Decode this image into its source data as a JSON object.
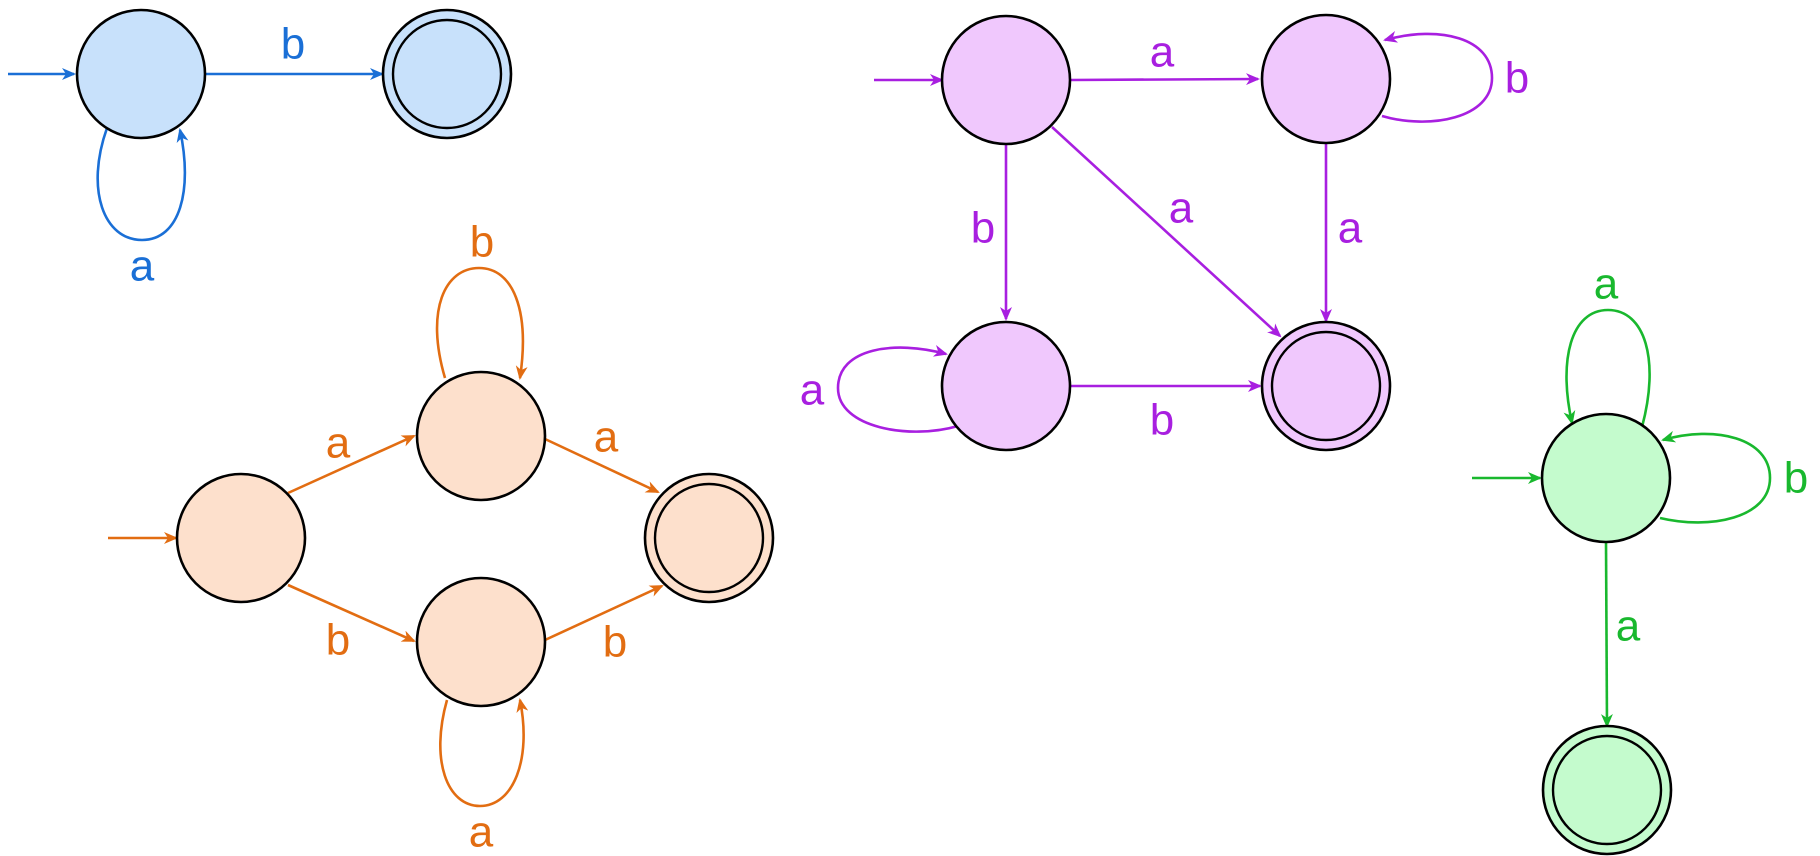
{
  "diagrams": [
    {
      "name": "blue",
      "edge_color": "#1a6fd6",
      "fill_color": "#c8e1fb",
      "states": [
        {
          "id": "q0",
          "start": true,
          "accept": false
        },
        {
          "id": "q1",
          "start": false,
          "accept": true
        }
      ],
      "transitions": [
        {
          "from": "q0",
          "to": "q1",
          "label": "b"
        },
        {
          "from": "q0",
          "to": "q0",
          "label": "a"
        }
      ]
    },
    {
      "name": "orange",
      "edge_color": "#e26d12",
      "fill_color": "#fde0cc",
      "states": [
        {
          "id": "q0",
          "start": true,
          "accept": false
        },
        {
          "id": "q1",
          "start": false,
          "accept": false
        },
        {
          "id": "q2",
          "start": false,
          "accept": false
        },
        {
          "id": "q3",
          "start": false,
          "accept": true
        }
      ],
      "transitions": [
        {
          "from": "q0",
          "to": "q1",
          "label": "a"
        },
        {
          "from": "q0",
          "to": "q2",
          "label": "b"
        },
        {
          "from": "q1",
          "to": "q3",
          "label": "a"
        },
        {
          "from": "q2",
          "to": "q3",
          "label": "b"
        },
        {
          "from": "q1",
          "to": "q1",
          "label": "b"
        },
        {
          "from": "q2",
          "to": "q2",
          "label": "a"
        }
      ]
    },
    {
      "name": "purple",
      "edge_color": "#a81fe0",
      "fill_color": "#f0c8fd",
      "states": [
        {
          "id": "q0",
          "start": true,
          "accept": false
        },
        {
          "id": "q1",
          "start": false,
          "accept": false
        },
        {
          "id": "q2",
          "start": false,
          "accept": false
        },
        {
          "id": "q3",
          "start": false,
          "accept": true
        }
      ],
      "transitions": [
        {
          "from": "q0",
          "to": "q1",
          "label": "a"
        },
        {
          "from": "q1",
          "to": "q1",
          "label": "b"
        },
        {
          "from": "q0",
          "to": "q2",
          "label": "b"
        },
        {
          "from": "q0",
          "to": "q3",
          "label": "a"
        },
        {
          "from": "q1",
          "to": "q3",
          "label": "a"
        },
        {
          "from": "q2",
          "to": "q2",
          "label": "a"
        },
        {
          "from": "q2",
          "to": "q3",
          "label": "b"
        }
      ]
    },
    {
      "name": "green",
      "edge_color": "#19b82e",
      "fill_color": "#c4fbcd",
      "states": [
        {
          "id": "q0",
          "start": true,
          "accept": false
        },
        {
          "id": "q1",
          "start": false,
          "accept": true
        }
      ],
      "transitions": [
        {
          "from": "q0",
          "to": "q0",
          "label": "a"
        },
        {
          "from": "q0",
          "to": "q0",
          "label": "b"
        },
        {
          "from": "q0",
          "to": "q1",
          "label": "a"
        }
      ]
    }
  ]
}
